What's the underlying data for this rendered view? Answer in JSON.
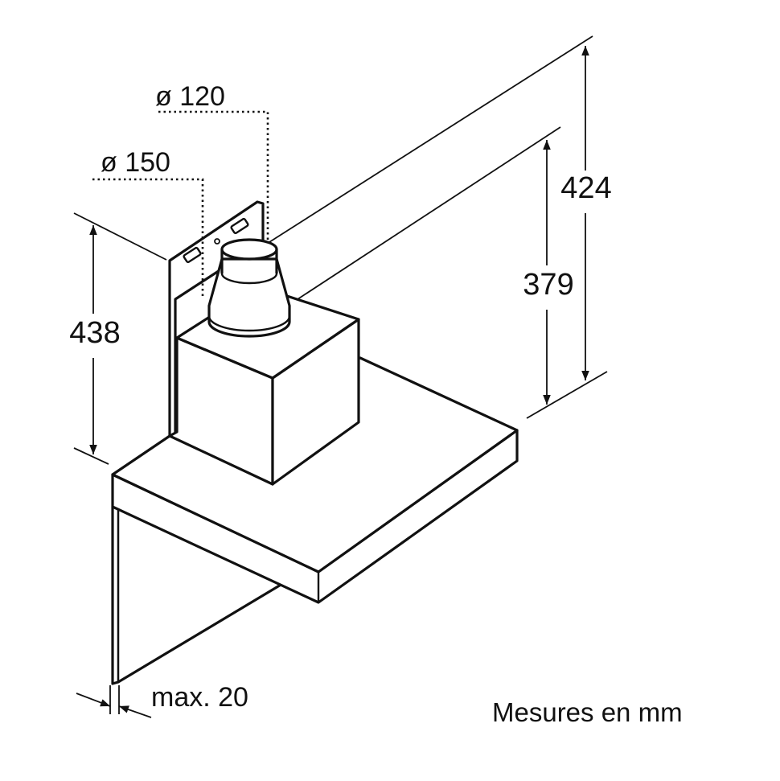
{
  "diagram": {
    "title": "Range hood dimension drawing",
    "dimensions": {
      "duct_small": "ø 120",
      "duct_large": "ø 150",
      "total_height": "424",
      "hood_height": "379",
      "side_height": "438",
      "wall_gap": "max. 20"
    },
    "units_note": "Mesures en mm"
  }
}
